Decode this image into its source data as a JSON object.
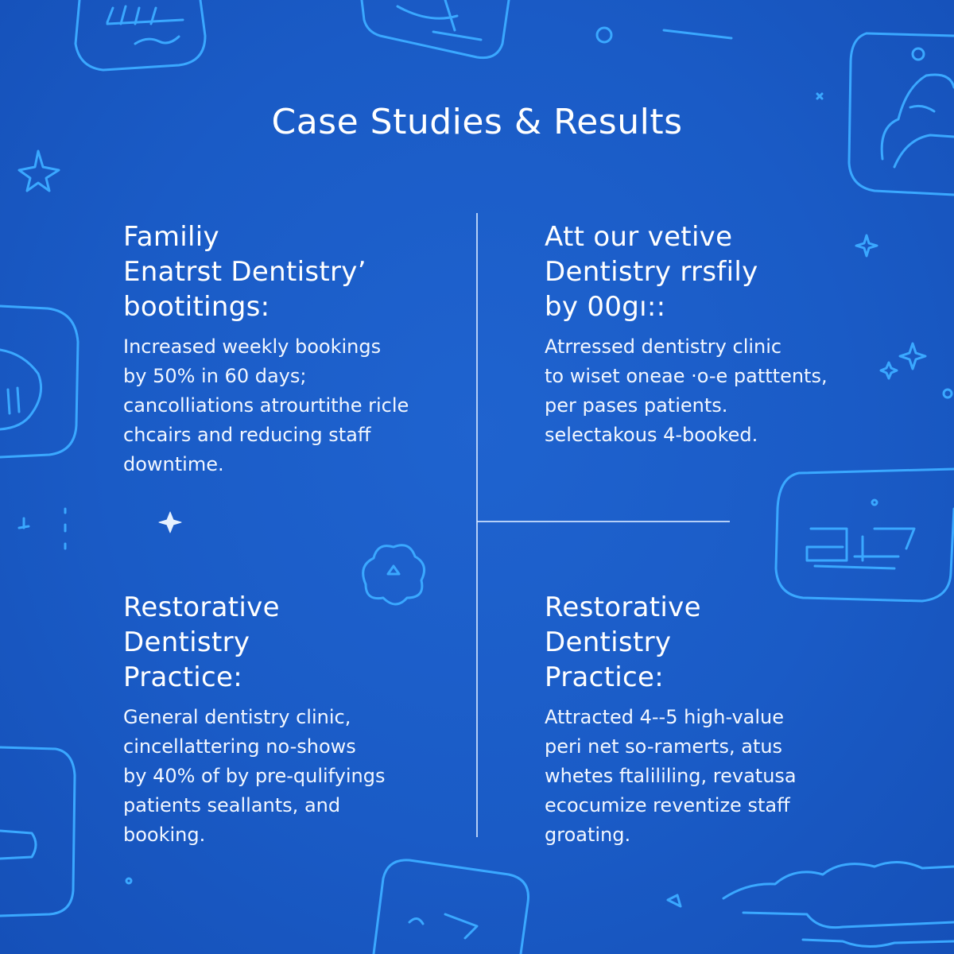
{
  "title": "Case Studies & Results",
  "cases": [
    {
      "heading": [
        "Familiy",
        "Enatrst Dentistry’",
        "bootitings:"
      ],
      "body": [
        "Increased weekly bookings",
        "by 50% in 60 days;",
        "cancolliations atrourtithe ricle",
        "chcairs and reducing staff",
        "downtime."
      ]
    },
    {
      "heading": [
        "Att our vetive",
        "Dentistry rrsfily",
        "by 00gı::"
      ],
      "body": [
        "Atrressed dentistry clinic",
        "to wiset oneae ·o-e patttents,",
        "per pases patients.",
        "selectakous 4-booked."
      ]
    },
    {
      "heading": [
        "Restorative",
        "Dentistry",
        "Practice:"
      ],
      "body": [
        "General dentistry clinic,",
        "cincellattering no-shows",
        "by 40% of by pre-qulifyings",
        "patients seallants, and",
        "booking."
      ]
    },
    {
      "heading": [
        "Restorative",
        "Dentistry",
        "Practice:"
      ],
      "body": [
        "Attracted 4--5 high-value",
        "peri net so-ramerts, atus",
        "whetes ftalililing, revatusa",
        "ecocumize reventize staff",
        "groating."
      ]
    }
  ],
  "colors": {
    "background": "#1a5bc6",
    "doodle": "#3aa8ff",
    "text": "#ffffff"
  }
}
